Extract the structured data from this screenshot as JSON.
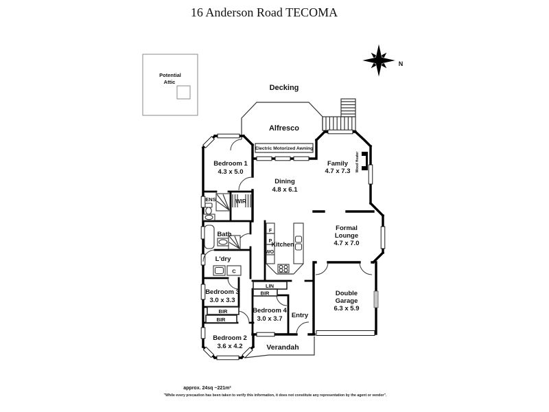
{
  "title": "16 Anderson Road TECOMA",
  "compass": {
    "north": "N"
  },
  "attic": {
    "line1": "Potential",
    "line2": "Attic"
  },
  "outdoor": {
    "decking": "Decking",
    "alfresco": "Alfresco",
    "awning": "Electric Motorized Awning",
    "verandah": "Verandah"
  },
  "rooms": {
    "bedroom1": {
      "name": "Bedroom 1",
      "dims": "4.3 x 5.0"
    },
    "dining": {
      "name": "Dining",
      "dims": "4.8 x 6.1"
    },
    "family": {
      "name": "Family",
      "dims": "4.7 x 7.3"
    },
    "kitchen": {
      "name": "Kitchen"
    },
    "lounge": {
      "name1": "Formal",
      "name2": "Lounge",
      "dims": "4.7 x 7.0"
    },
    "bedroom3": {
      "name": "Bedroom 3",
      "dims": "3.0 x 3.3"
    },
    "bedroom4": {
      "name": "Bedroom 4",
      "dims": "3.0 x 3.7"
    },
    "bedroom2": {
      "name": "Bedroom 2",
      "dims": "3.6 x 4.2"
    },
    "garage": {
      "name1": "Double",
      "name2": "Garage",
      "dims": "6.3 x 5.9"
    },
    "entry": {
      "name": "Entry"
    },
    "bath": {
      "name": "Bath"
    },
    "laundry": {
      "name": "L'dry"
    },
    "ens": {
      "name": "ENS"
    },
    "wir": {
      "name": "WIR"
    }
  },
  "fixtures": {
    "wood_heater": "Wood Heater",
    "lin": "LIN",
    "bir": "BIR",
    "cupboard": "C",
    "fridge": "F",
    "pantry": "P",
    "wall_oven": "WO"
  },
  "footer": {
    "area": "approx. 24sq ~221m²",
    "disclaimer": "\"While every precaution has been taken to verify this information, it does not constitute any representation by the agent or vendor\"."
  },
  "colors": {
    "wall": "#000000",
    "background": "#ffffff",
    "text": "#111111"
  }
}
